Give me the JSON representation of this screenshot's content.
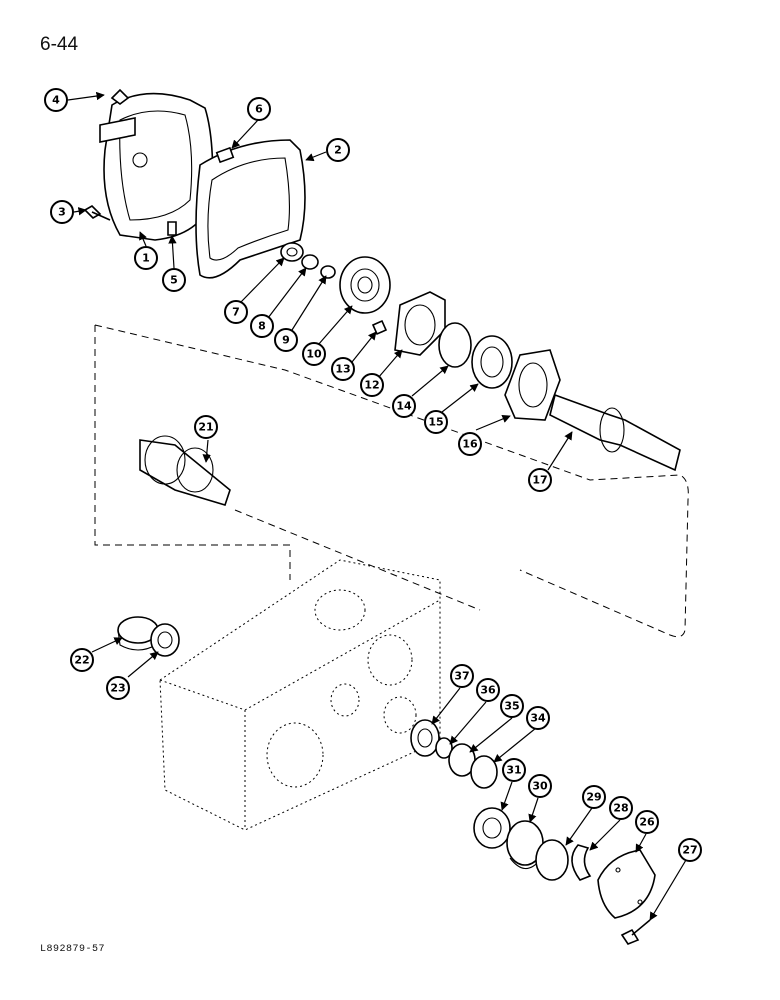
{
  "page": {
    "page_number": "6-44",
    "figure_code": "L892879-57"
  },
  "callouts": [
    "1",
    "2",
    "3",
    "4",
    "5",
    "6",
    "7",
    "8",
    "9",
    "10",
    "12",
    "13",
    "14",
    "15",
    "16",
    "17",
    "21",
    "22",
    "23",
    "26",
    "27",
    "28",
    "29",
    "30",
    "31",
    "34",
    "35",
    "36",
    "37"
  ]
}
